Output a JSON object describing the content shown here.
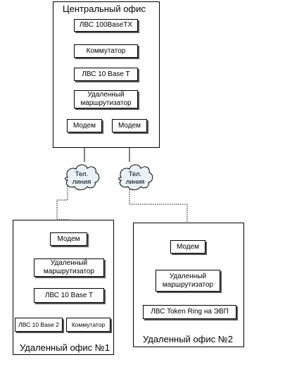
{
  "central_office": {
    "title": "Центральный офис",
    "lan_100": "ЛВС 100BaseTX",
    "switch": "Коммутатор",
    "lan_10": "ЛВС 10 Base T",
    "router": "Удаленный маршрутизатор",
    "modem_left": "Модем",
    "modem_right": "Модем"
  },
  "phone_lines": {
    "left": "Тел. линия",
    "right": "Тел. линия"
  },
  "remote_office_1": {
    "title": "Удаленный офис №1",
    "modem": "Модем",
    "router": "Удаленный маршрутизатор",
    "lan_10": "ЛВС 10 Base T",
    "lan_10_base2": "ЛВС 10 Base 2",
    "switch": "Коммутатор"
  },
  "remote_office_2": {
    "title": "Удаленный офис №2",
    "modem": "Модем",
    "router": "Удаленный маршрутизатор",
    "token_ring": "ЛВС Token Ring на ЭВП"
  }
}
